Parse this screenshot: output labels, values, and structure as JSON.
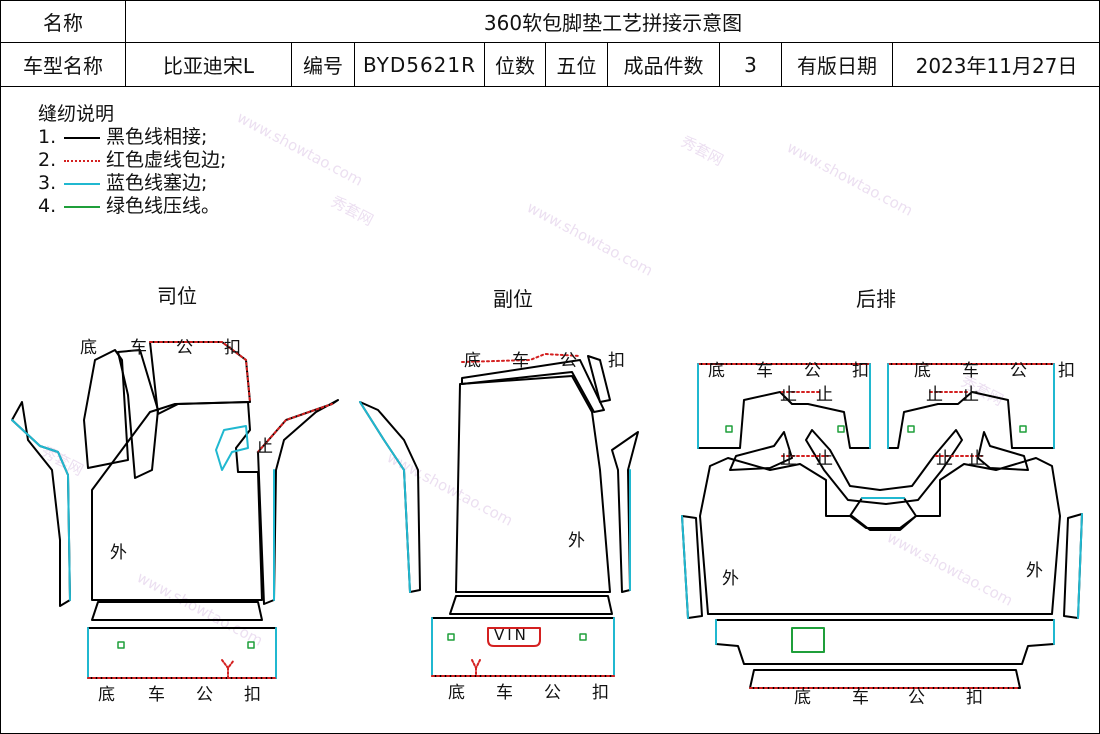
{
  "header": {
    "name_label": "名称",
    "title": "360软包脚垫工艺拼接示意图",
    "model_label": "车型名称",
    "model_value": "比亚迪宋L",
    "code_label": "编号",
    "code_value": "BYD5621R",
    "seats_label": "位数",
    "seats_value": "五位",
    "pieces_label": "成品件数",
    "pieces_value": "3",
    "date_label": "有版日期",
    "date_value": "2023年11月27日"
  },
  "legend": {
    "title": "缝纫说明",
    "items": [
      {
        "num": "1.",
        "text": "黑色线相接;",
        "color": "#000000",
        "style": "solid"
      },
      {
        "num": "2.",
        "text": "红色虚线包边;",
        "color": "#d42020",
        "style": "dotted"
      },
      {
        "num": "3.",
        "text": "蓝色线塞边;",
        "color": "#20b8d0",
        "style": "solid"
      },
      {
        "num": "4.",
        "text": "绿色线压线。",
        "color": "#1f9f3a",
        "style": "solid"
      }
    ]
  },
  "sections": {
    "driver": "司位",
    "passenger": "副位",
    "rear": "后排"
  },
  "labels": {
    "di": "底",
    "che": "车",
    "gong": "公",
    "kou": "扣",
    "zhi": "止",
    "wai": "外",
    "vin": "VIN"
  },
  "watermark": {
    "cn": "秀套网",
    "url": "www.showtao.com"
  },
  "colors": {
    "black_line": "#000000",
    "red_dotted": "#d42020",
    "blue_line": "#20b8d0",
    "green_line": "#1f9f3a"
  }
}
